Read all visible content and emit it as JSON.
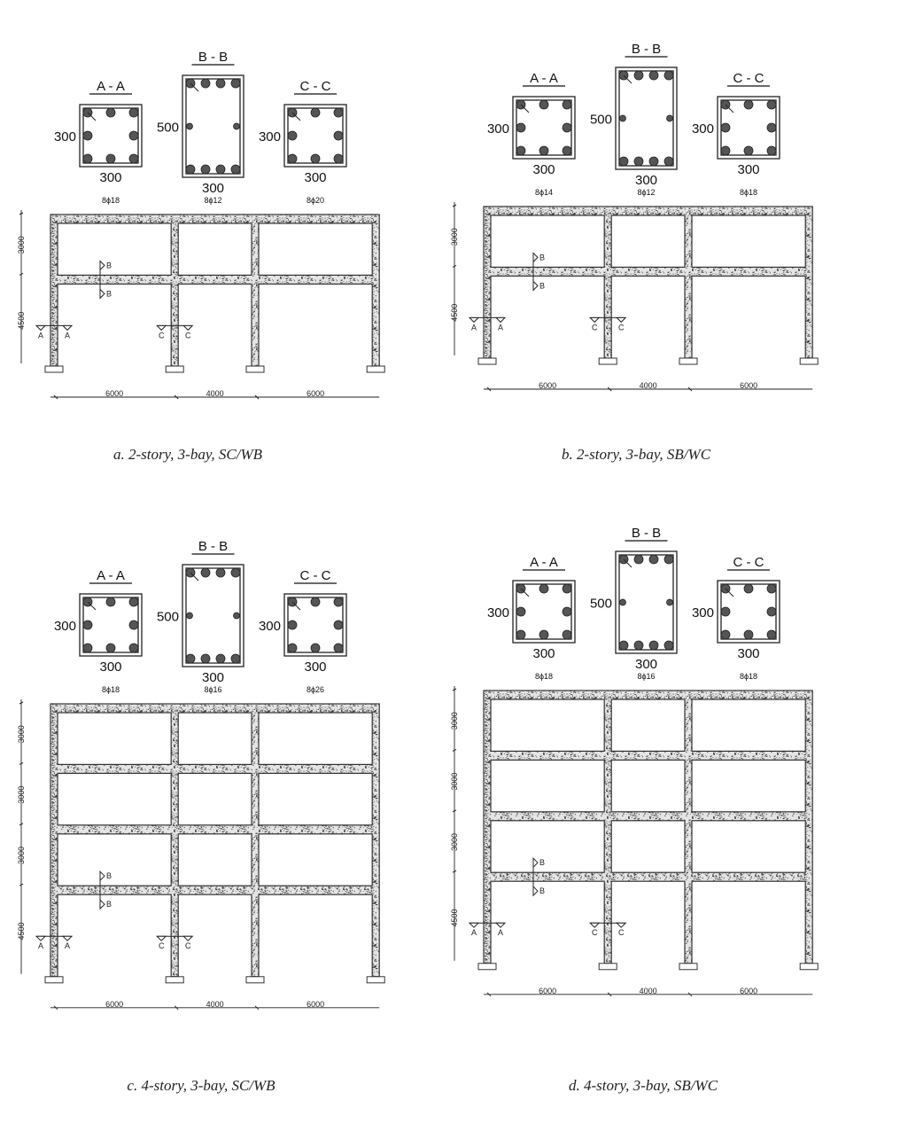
{
  "panels": [
    {
      "caption": "a. 2-story, 3-bay, SC/WB",
      "stories": [
        3000,
        4500
      ],
      "bays": [
        6000,
        4000,
        6000
      ],
      "sections": [
        {
          "title": "A - A",
          "width": "300",
          "height": "300",
          "rebar": "8ϕ18"
        },
        {
          "title": "B - B",
          "width": "300",
          "height": "500",
          "rebar": "8ϕ12"
        },
        {
          "title": "C - C",
          "width": "300",
          "height": "300",
          "rebar": "8ϕ20"
        }
      ],
      "markers": {
        "a": "A",
        "b": "B",
        "c": "C"
      }
    },
    {
      "caption": "b. 2-story, 3-bay, SB/WC",
      "stories": [
        3000,
        4500
      ],
      "bays": [
        6000,
        4000,
        6000
      ],
      "sections": [
        {
          "title": "A - A",
          "width": "300",
          "height": "300",
          "rebar": "8ϕ14"
        },
        {
          "title": "B - B",
          "width": "300",
          "height": "500",
          "rebar": "8ϕ12"
        },
        {
          "title": "C - C",
          "width": "300",
          "height": "300",
          "rebar": "8ϕ18"
        }
      ],
      "markers": {
        "a": "A",
        "b": "B",
        "c": "C"
      }
    },
    {
      "caption": "c. 4-story, 3-bay, SC/WB",
      "stories": [
        3000,
        3000,
        3000,
        4500
      ],
      "bays": [
        6000,
        4000,
        6000
      ],
      "sections": [
        {
          "title": "A - A",
          "width": "300",
          "height": "300",
          "rebar": "8ϕ18"
        },
        {
          "title": "B - B",
          "width": "300",
          "height": "500",
          "rebar": "8ϕ16"
        },
        {
          "title": "C - C",
          "width": "300",
          "height": "300",
          "rebar": "8ϕ26"
        }
      ],
      "markers": {
        "a": "A",
        "b": "B",
        "c": "C"
      }
    },
    {
      "caption": "d. 4-story, 3-bay, SB/WC",
      "stories": [
        3000,
        3000,
        3000,
        4500
      ],
      "bays": [
        6000,
        4000,
        6000
      ],
      "sections": [
        {
          "title": "A - A",
          "width": "300",
          "height": "300",
          "rebar": "8ϕ18"
        },
        {
          "title": "B - B",
          "width": "300",
          "height": "500",
          "rebar": "8ϕ16"
        },
        {
          "title": "C - C",
          "width": "300",
          "height": "300",
          "rebar": "8ϕ18"
        }
      ],
      "markers": {
        "a": "A",
        "b": "B",
        "c": "C"
      }
    }
  ]
}
